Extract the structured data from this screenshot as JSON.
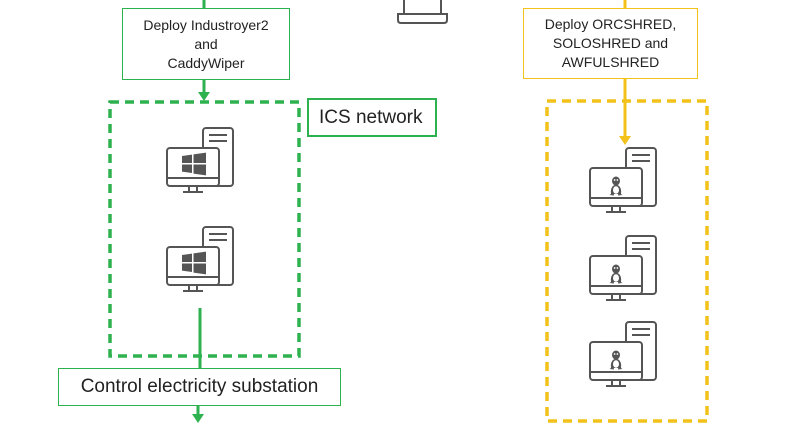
{
  "deploy_green": {
    "lines": [
      "Deploy Industroyer2",
      "and",
      "CaddyWiper"
    ]
  },
  "deploy_yellow": {
    "lines": [
      "Deploy ORCSHRED,",
      "SOLOSHRED and",
      "AWFULSHRED"
    ]
  },
  "ics_network_label": "ICS network",
  "control_label": "Control electricity substation",
  "icons": {
    "windows_hosts": [
      "windows-computer-icon",
      "windows-computer-icon"
    ],
    "linux_hosts": [
      "linux-computer-icon",
      "linux-computer-icon",
      "linux-computer-icon"
    ],
    "top_device": "laptop-icon"
  },
  "colors": {
    "green": "#2eb24f",
    "yellow": "#f2c21a",
    "icon_stroke": "#555555"
  }
}
